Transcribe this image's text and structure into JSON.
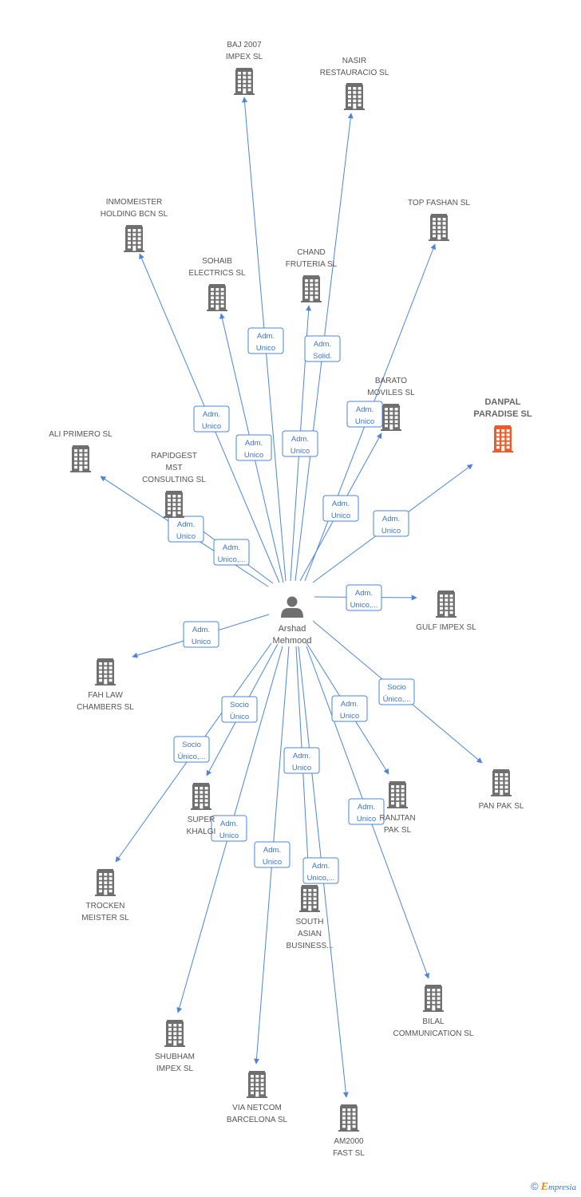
{
  "colors": {
    "edge": "#4a86d8",
    "building": "#6f6f6f",
    "highlight_building": "#f05a28",
    "person": "#6f6f6f"
  },
  "center": {
    "name_line1": "Arshad",
    "name_line2": "Mehmood",
    "icon": "person-icon"
  },
  "nodes": [
    {
      "id": "baj2007",
      "lines": [
        "BAJ 2007",
        "IMPEX SL"
      ],
      "highlight": false
    },
    {
      "id": "nasir",
      "lines": [
        "NASIR",
        "RESTAURACIO SL"
      ],
      "highlight": false
    },
    {
      "id": "inmomeister",
      "lines": [
        "INMOMEISTER",
        "HOLDING BCN SL"
      ],
      "highlight": false
    },
    {
      "id": "topfashan",
      "lines": [
        "TOP FASHAN SL"
      ],
      "highlight": false
    },
    {
      "id": "sohaib",
      "lines": [
        "SOHAIB",
        "ELECTRICS SL"
      ],
      "highlight": false
    },
    {
      "id": "chand",
      "lines": [
        "CHAND",
        "FRUTERIA SL"
      ],
      "highlight": false
    },
    {
      "id": "barato",
      "lines": [
        "BARATO",
        "MOVILES SL"
      ],
      "highlight": false
    },
    {
      "id": "danpal",
      "lines": [
        "DANPAL",
        "PARADISE SL"
      ],
      "highlight": true
    },
    {
      "id": "aliprimero",
      "lines": [
        "ALI PRIMERO SL"
      ],
      "highlight": false
    },
    {
      "id": "rapidgest",
      "lines": [
        "RAPIDGEST",
        "MST",
        "CONSULTING SL"
      ],
      "highlight": false
    },
    {
      "id": "gulf",
      "lines": [
        "GULF IMPEX SL"
      ],
      "highlight": false
    },
    {
      "id": "fahlaw",
      "lines": [
        "FAH LAW",
        "CHAMBERS SL"
      ],
      "highlight": false
    },
    {
      "id": "panpak",
      "lines": [
        "PAN PAK SL"
      ],
      "highlight": false
    },
    {
      "id": "ranjtan",
      "lines": [
        "RANJTAN",
        "PAK SL"
      ],
      "highlight": false
    },
    {
      "id": "superkhalgi",
      "lines": [
        "SUPER",
        "KHALGI"
      ],
      "highlight": false
    },
    {
      "id": "trocken",
      "lines": [
        "TROCKEN",
        "MEISTER SL"
      ],
      "highlight": false
    },
    {
      "id": "southasian",
      "lines": [
        "SOUTH",
        "ASIAN",
        "BUSINESS..."
      ],
      "highlight": false
    },
    {
      "id": "bilal",
      "lines": [
        "BILAL",
        "COMMUNICATION SL"
      ],
      "highlight": false
    },
    {
      "id": "shubham",
      "lines": [
        "SHUBHAM",
        "IMPEX SL"
      ],
      "highlight": false
    },
    {
      "id": "vianetcom",
      "lines": [
        "VIA NETCOM",
        "BARCELONA SL"
      ],
      "highlight": false
    },
    {
      "id": "am2000",
      "lines": [
        "AM2000",
        "FAST  SL"
      ],
      "highlight": false
    }
  ],
  "edges": [
    {
      "target": "baj2007",
      "label": [
        "Adm.",
        "Unico"
      ]
    },
    {
      "target": "nasir",
      "label": [
        "Adm.",
        "Solid."
      ]
    },
    {
      "target": "inmomeister",
      "label": [
        "Adm.",
        "Unico"
      ]
    },
    {
      "target": "topfashan",
      "label": [
        "Adm.",
        "Unico"
      ]
    },
    {
      "target": "sohaib",
      "label": [
        "Adm.",
        "Unico"
      ]
    },
    {
      "target": "chand",
      "label": [
        "Adm.",
        "Unico"
      ]
    },
    {
      "target": "barato",
      "label": [
        "Adm.",
        "Unico"
      ]
    },
    {
      "target": "danpal",
      "label": [
        "Adm.",
        "Unico"
      ]
    },
    {
      "target": "aliprimero",
      "label": [
        "Adm.",
        "Unico"
      ]
    },
    {
      "target": "rapidgest",
      "label": [
        "Adm.",
        "Unico,..."
      ]
    },
    {
      "target": "gulf",
      "label": [
        "Adm.",
        "Unico,..."
      ]
    },
    {
      "target": "fahlaw",
      "label": [
        "Adm.",
        "Unico"
      ]
    },
    {
      "target": "panpak",
      "label": [
        "Socio",
        "Único,..."
      ]
    },
    {
      "target": "ranjtan",
      "label": [
        "Adm.",
        "Unico"
      ]
    },
    {
      "target": "superkhalgi",
      "label": [
        "Socio",
        "Único"
      ]
    },
    {
      "target": "trocken",
      "label": [
        "Socio",
        "Único,..."
      ]
    },
    {
      "target": "southasian",
      "label": [
        "Adm.",
        "Unico"
      ]
    },
    {
      "target": "bilal",
      "label": [
        "Adm.",
        "Unico"
      ]
    },
    {
      "target": "shubham",
      "label": [
        "Adm.",
        "Unico"
      ]
    },
    {
      "target": "vianetcom",
      "label": [
        "Adm.",
        "Unico"
      ]
    },
    {
      "target": "am2000",
      "label": [
        "Adm.",
        "Unico,..."
      ]
    }
  ],
  "copyright": {
    "symbol": "©",
    "brand_initial": "E",
    "brand_rest": "mpresia"
  }
}
